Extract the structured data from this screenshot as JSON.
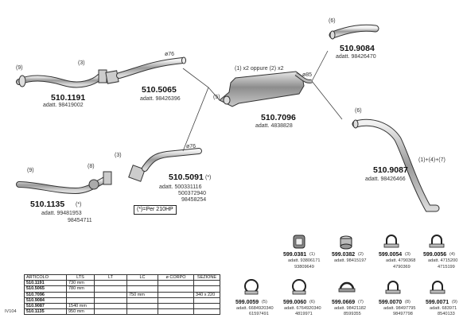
{
  "parts": [
    {
      "code": "510.1191",
      "qty": "(9)",
      "qty2": "(3)",
      "adapt": "adatt. 98419002"
    },
    {
      "code": "510.5065",
      "dim": "ø76",
      "adapt": "adatt. 98426396"
    },
    {
      "code": "510.7096",
      "qty": "(1) x2 oppure (2) x2",
      "dim": "ø85",
      "qty2": "(5)",
      "adapt": "adatt. 4838828"
    },
    {
      "code": "510.9084",
      "qty": "(6)",
      "adapt": "adatt. 98426470"
    },
    {
      "code": "510.1135",
      "suffix": "(*)",
      "qty": "(9)",
      "qty2": "(8)",
      "qty3": "(3)",
      "adapt": "adatt. 99481953",
      "adapt2": "98454711"
    },
    {
      "code": "510.5091",
      "suffix": "(*)",
      "dim": "ø76",
      "adapt": "adatt. 500331116",
      "adapt2": "500372940",
      "adapt3": "98458254"
    },
    {
      "code": "510.9087",
      "qty": "(6)",
      "chain": "(1)+(4)+(7)",
      "adapt": "adatt. 98426466"
    }
  ],
  "note": "(*)=Per 210HP",
  "accessories": [
    {
      "code": "599.0381",
      "qty": "(1)",
      "icon": "rubber-hanger-icon",
      "ref1": "adatt. 93806171",
      "ref2": "93809649"
    },
    {
      "code": "599.0382",
      "qty": "(2)",
      "icon": "sleeve-clamp-icon",
      "ref1": "adatt. 98415197",
      "ref2": ""
    },
    {
      "code": "599.0054",
      "qty": "(3)",
      "icon": "u-bolt-clamp-icon",
      "ref1": "adatt. 4790368",
      "ref2": "4790369"
    },
    {
      "code": "599.0056",
      "qty": "(4)",
      "icon": "u-bolt-clamp-icon",
      "ref1": "adatt. 4715200",
      "ref2": "4715199"
    },
    {
      "code": "599.0059",
      "qty": "(5)",
      "icon": "band-clamp-icon",
      "ref1": "adatt. 6684920340",
      "ref2": "61597491"
    },
    {
      "code": "599.0060",
      "qty": "(6)",
      "icon": "band-clamp-icon",
      "ref1": "adatt. 6764920340",
      "ref2": "4819971"
    },
    {
      "code": "599.0669",
      "qty": "(7)",
      "icon": "flange-clamp-icon",
      "ref1": "adatt. 98421182",
      "ref2": "8599355"
    },
    {
      "code": "599.0070",
      "qty": "(8)",
      "icon": "u-bolt-clamp-icon",
      "ref1": "adatt. 98497795",
      "ref2": "98497798"
    },
    {
      "code": "599.0071",
      "qty": "(9)",
      "icon": "u-bolt-clamp-icon",
      "ref1": "adatt. 683971",
      "ref2": "8540133"
    }
  ],
  "table": {
    "headers": [
      "ARTICOLO",
      "LTS",
      "LT",
      "LC",
      "ø CORPO",
      "SEZIONE"
    ],
    "rows": [
      [
        "510.1191",
        "730 mm",
        "",
        "",
        "",
        ""
      ],
      [
        "510.5065",
        "780 mm",
        "",
        "",
        "",
        ""
      ],
      [
        "510.7096",
        "",
        "",
        "750 mm",
        "",
        "340 x 220"
      ],
      [
        "510.9084",
        "",
        "",
        "",
        "",
        ""
      ],
      [
        "510.9087",
        "1540 mm",
        "",
        "",
        "",
        ""
      ],
      [
        "510.1135",
        "950 mm",
        "",
        "",
        "",
        ""
      ]
    ]
  },
  "page_code": "IV104"
}
